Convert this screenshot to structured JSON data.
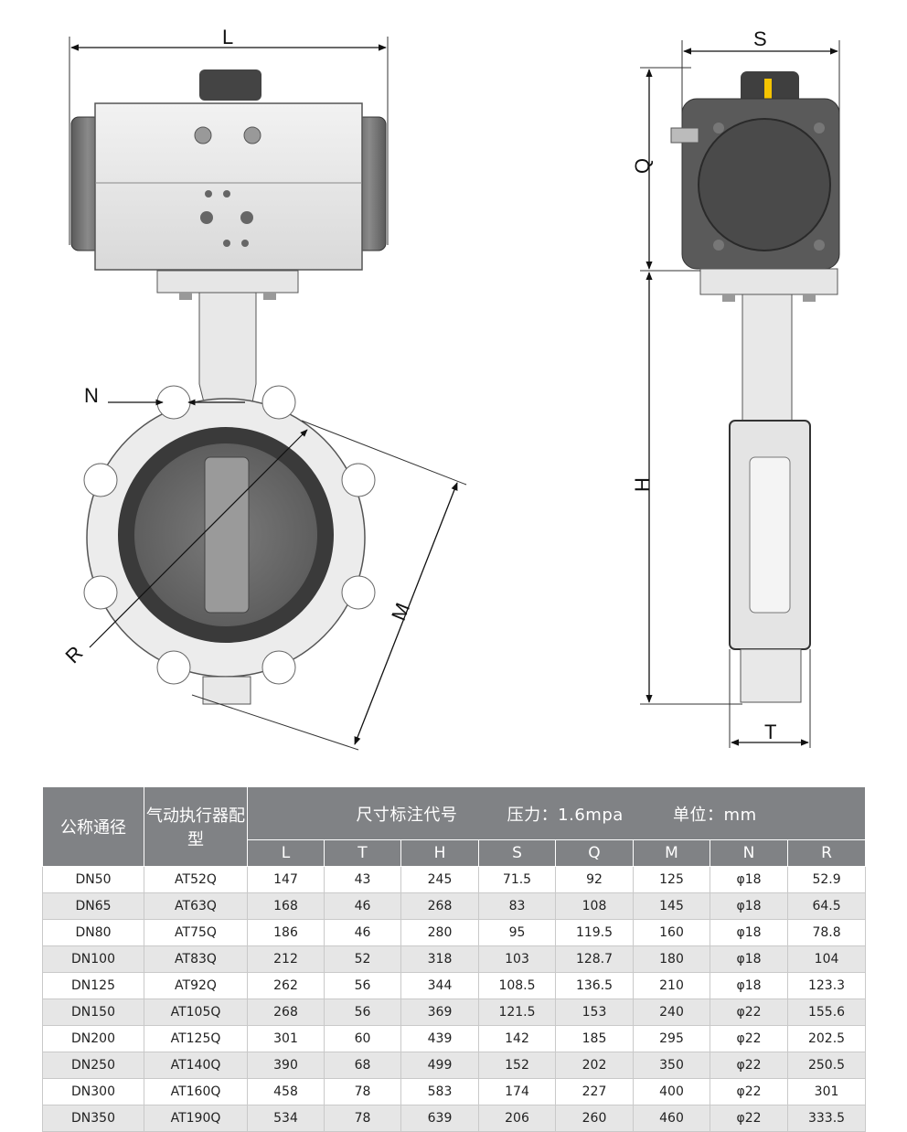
{
  "drawing_labels": {
    "L": "L",
    "S": "S",
    "Q": "Q",
    "H": "H",
    "T": "T",
    "N": "N",
    "R": "R",
    "M": "M"
  },
  "table": {
    "nominal_header": "公称通径",
    "actuator_header": "气动执行器配型",
    "group_title": "尺寸标注代号",
    "pressure": "压力：1.6mpa",
    "unit": "单位：mm",
    "columns": [
      "L",
      "T",
      "H",
      "S",
      "Q",
      "M",
      "N",
      "R"
    ],
    "rows": [
      [
        "DN50",
        "AT52Q",
        "147",
        "43",
        "245",
        "71.5",
        "92",
        "125",
        "φ18",
        "52.9"
      ],
      [
        "DN65",
        "AT63Q",
        "168",
        "46",
        "268",
        "83",
        "108",
        "145",
        "φ18",
        "64.5"
      ],
      [
        "DN80",
        "AT75Q",
        "186",
        "46",
        "280",
        "95",
        "119.5",
        "160",
        "φ18",
        "78.8"
      ],
      [
        "DN100",
        "AT83Q",
        "212",
        "52",
        "318",
        "103",
        "128.7",
        "180",
        "φ18",
        "104"
      ],
      [
        "DN125",
        "AT92Q",
        "262",
        "56",
        "344",
        "108.5",
        "136.5",
        "210",
        "φ18",
        "123.3"
      ],
      [
        "DN150",
        "AT105Q",
        "268",
        "56",
        "369",
        "121.5",
        "153",
        "240",
        "φ22",
        "155.6"
      ],
      [
        "DN200",
        "AT125Q",
        "301",
        "60",
        "439",
        "142",
        "185",
        "295",
        "φ22",
        "202.5"
      ],
      [
        "DN250",
        "AT140Q",
        "390",
        "68",
        "499",
        "152",
        "202",
        "350",
        "φ22",
        "250.5"
      ],
      [
        "DN300",
        "AT160Q",
        "458",
        "78",
        "583",
        "174",
        "227",
        "400",
        "φ22",
        "301"
      ],
      [
        "DN350",
        "AT190Q",
        "534",
        "78",
        "639",
        "206",
        "260",
        "460",
        "φ22",
        "333.5"
      ]
    ]
  }
}
